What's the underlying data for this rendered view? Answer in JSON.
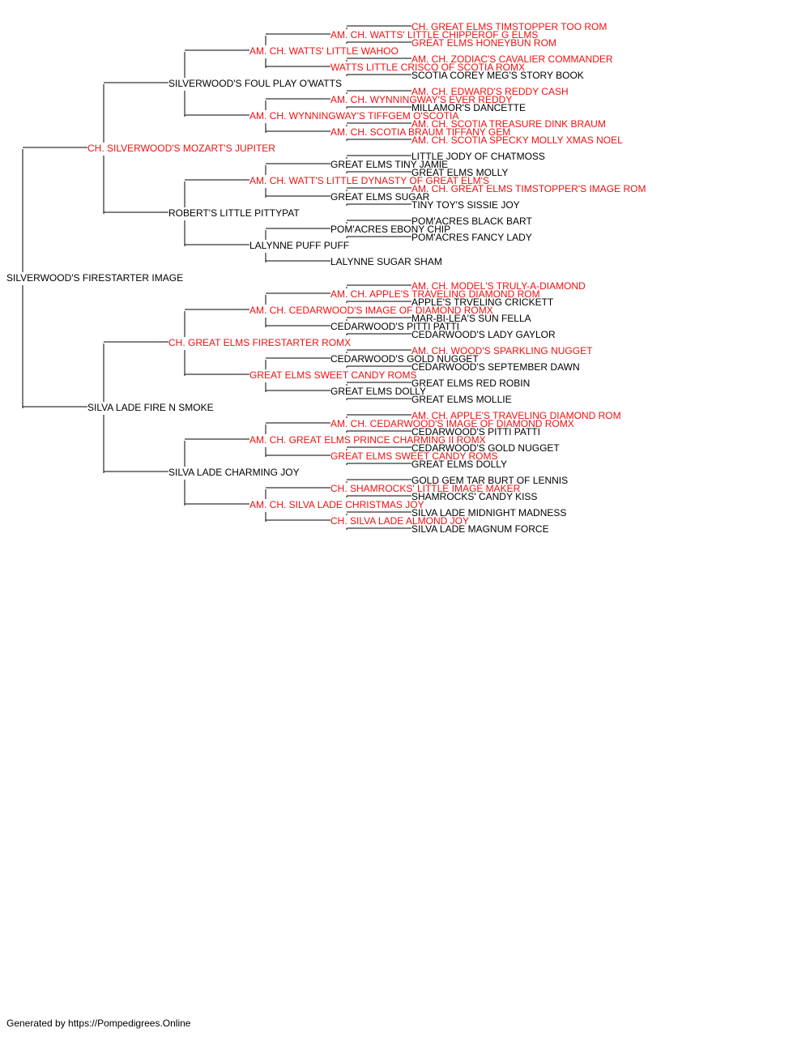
{
  "colors": {
    "champion": "#ee1111",
    "regular": "#000000",
    "lines": "#000000"
  },
  "footer": "Generated by https://Pompedigrees.Online",
  "pedigree": {
    "name": "SILVERWOOD'S FIRESTARTER IMAGE",
    "ch": false,
    "sire": {
      "name": "CH. SILVERWOOD'S MOZART'S JUPITER",
      "ch": true,
      "sire": {
        "name": "SILVERWOOD'S FOUL PLAY O'WATTS",
        "ch": false,
        "sire": {
          "name": "AM. CH. WATTS' LITTLE WAHOO",
          "ch": true,
          "sire": {
            "name": "AM. CH. WATTS' LITTLE CHIPPEROF G ELMS",
            "ch": true,
            "sire": {
              "name": "CH. GREAT ELMS TIMSTOPPER TOO ROM",
              "ch": true
            },
            "dam": {
              "name": "GREAT ELMS HONEYBUN ROM",
              "ch": true
            }
          },
          "dam": {
            "name": "WATTS LITTLE CRISCO OF SCOTIA ROMX",
            "ch": true,
            "sire": {
              "name": "AM. CH. ZODIAC'S CAVALIER COMMANDER",
              "ch": true
            },
            "dam": {
              "name": "SCOTIA COREY MEG'S STORY BOOK",
              "ch": false
            }
          }
        },
        "dam": {
          "name": "AM. CH. WYNNINGWAY'S TIFFGEM O'SCOTIA",
          "ch": true,
          "sire": {
            "name": "AM. CH. WYNNINGWAY'S EVER REDDY",
            "ch": true,
            "sire": {
              "name": "AM. CH. EDWARD'S REDDY CASH",
              "ch": true
            },
            "dam": {
              "name": "MILLAMOR'S DANCETTE",
              "ch": false
            }
          },
          "dam": {
            "name": "AM. CH. SCOTIA BRAUM TIFFANY GEM",
            "ch": true,
            "sire": {
              "name": "AM. CH. SCOTIA TREASURE DINK BRAUM",
              "ch": true
            },
            "dam": {
              "name": "AM. CH. SCOTIA SPECKY MOLLY XMAS NOEL",
              "ch": true
            }
          }
        }
      },
      "dam": {
        "name": "ROBERT'S LITTLE PITTYPAT",
        "ch": false,
        "sire": {
          "name": "AM. CH. WATT'S LITTLE DYNASTY OF GREAT ELM'S",
          "ch": true,
          "sire": {
            "name": "GREAT ELMS TINY JAMIE",
            "ch": false,
            "sire": {
              "name": "LITTLE JODY OF CHATMOSS",
              "ch": false
            },
            "dam": {
              "name": "GREAT ELMS MOLLY",
              "ch": false
            }
          },
          "dam": {
            "name": "GREAT ELMS SUGAR",
            "ch": false,
            "sire": {
              "name": "AM. CH. GREAT ELMS TIMSTOPPER'S IMAGE ROM",
              "ch": true
            },
            "dam": {
              "name": "TINY TOY'S SISSIE JOY",
              "ch": false
            }
          }
        },
        "dam": {
          "name": "LALYNNE PUFF PUFF",
          "ch": false,
          "sire": {
            "name": "POM'ACRES EBONY CHIP",
            "ch": false,
            "sire": {
              "name": "POM'ACRES BLACK BART",
              "ch": false
            },
            "dam": {
              "name": "POM'ACRES FANCY LADY",
              "ch": false
            }
          },
          "dam": {
            "name": "LALYNNE SUGAR SHAM",
            "ch": false
          }
        }
      }
    },
    "dam": {
      "name": "SILVA LADE FIRE N SMOKE",
      "ch": false,
      "sire": {
        "name": "CH. GREAT ELMS FIRESTARTER ROMX",
        "ch": true,
        "sire": {
          "name": "AM. CH. CEDARWOOD'S IMAGE OF DIAMOND ROMX",
          "ch": true,
          "sire": {
            "name": "AM. CH. APPLE'S TRAVELING DIAMOND ROM",
            "ch": true,
            "sire": {
              "name": "AM. CH. MODEL'S TRULY-A-DIAMOND",
              "ch": true
            },
            "dam": {
              "name": "APPLE'S TRVELING CRICKETT",
              "ch": false
            }
          },
          "dam": {
            "name": "CEDARWOOD'S PITTI PATTI",
            "ch": false,
            "sire": {
              "name": "MAR-BI-LEA'S SUN FELLA",
              "ch": false
            },
            "dam": {
              "name": "CEDARWOOD'S LADY GAYLOR",
              "ch": false
            }
          }
        },
        "dam": {
          "name": "GREAT ELMS SWEET CANDY ROMS",
          "ch": true,
          "sire": {
            "name": "CEDARWOOD'S GOLD NUGGET",
            "ch": false,
            "sire": {
              "name": "AM. CH. WOOD'S SPARKLING NUGGET",
              "ch": true
            },
            "dam": {
              "name": "CEDARWOOD'S SEPTEMBER DAWN",
              "ch": false
            }
          },
          "dam": {
            "name": "GREAT ELMS DOLLY",
            "ch": false,
            "sire": {
              "name": "GREAT ELMS RED ROBIN",
              "ch": false
            },
            "dam": {
              "name": "GREAT ELMS MOLLIE",
              "ch": false
            }
          }
        }
      },
      "dam": {
        "name": "SILVA LADE CHARMING JOY",
        "ch": false,
        "sire": {
          "name": "AM. CH. GREAT ELMS PRINCE CHARMING II ROMX",
          "ch": true,
          "sire": {
            "name": "AM. CH. CEDARWOOD'S IMAGE OF DIAMOND ROMX",
            "ch": true,
            "sire": {
              "name": "AM. CH. APPLE'S TRAVELING DIAMOND ROM",
              "ch": true
            },
            "dam": {
              "name": "CEDARWOOD'S PITTI PATTI",
              "ch": false
            }
          },
          "dam": {
            "name": "GREAT ELMS SWEET CANDY ROMS",
            "ch": true,
            "sire": {
              "name": "CEDARWOOD'S GOLD NUGGET",
              "ch": false
            },
            "dam": {
              "name": "GREAT ELMS DOLLY",
              "ch": false
            }
          }
        },
        "dam": {
          "name": "AM. CH. SILVA LADE CHRISTMAS JOY",
          "ch": true,
          "sire": {
            "name": "CH. SHAMROCKS' LITTLE IMAGE MAKER",
            "ch": true,
            "sire": {
              "name": "GOLD GEM TAR BURT OF LENNIS",
              "ch": false
            },
            "dam": {
              "name": "SHAMROCKS' CANDY KISS",
              "ch": false
            }
          },
          "dam": {
            "name": "CH. SILVA LADE ALMOND JOY",
            "ch": true,
            "sire": {
              "name": "SILVA LADE MIDNIGHT MADNESS",
              "ch": false
            },
            "dam": {
              "name": "SILVA LADE MAGNUM FORCE",
              "ch": false
            }
          }
        }
      }
    }
  }
}
